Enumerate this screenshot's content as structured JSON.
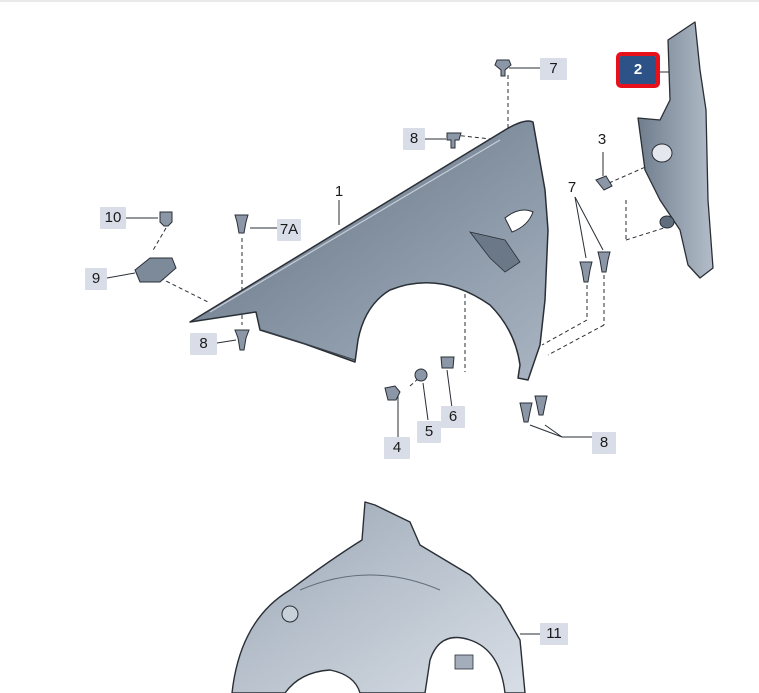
{
  "colors": {
    "callout_bg": "#d8dde8",
    "callout_active_bg": "#2d5288",
    "callout_active_border": "#e8101a",
    "part_fill": "#7c8a9a",
    "part_outline": "#2a2f36"
  },
  "callouts": [
    {
      "id": "c7-top",
      "label": "7"
    },
    {
      "id": "c2",
      "label": "2",
      "active": true
    },
    {
      "id": "c3",
      "label": "3"
    },
    {
      "id": "c8-top",
      "label": "8"
    },
    {
      "id": "c1",
      "label": "1"
    },
    {
      "id": "c7-mid",
      "label": "7"
    },
    {
      "id": "c10",
      "label": "10"
    },
    {
      "id": "c7a",
      "label": "7A"
    },
    {
      "id": "c9",
      "label": "9"
    },
    {
      "id": "c8-left",
      "label": "8"
    },
    {
      "id": "c6",
      "label": "6"
    },
    {
      "id": "c5",
      "label": "5"
    },
    {
      "id": "c4",
      "label": "4"
    },
    {
      "id": "c8-bottom",
      "label": "8"
    },
    {
      "id": "c11",
      "label": "11"
    }
  ]
}
